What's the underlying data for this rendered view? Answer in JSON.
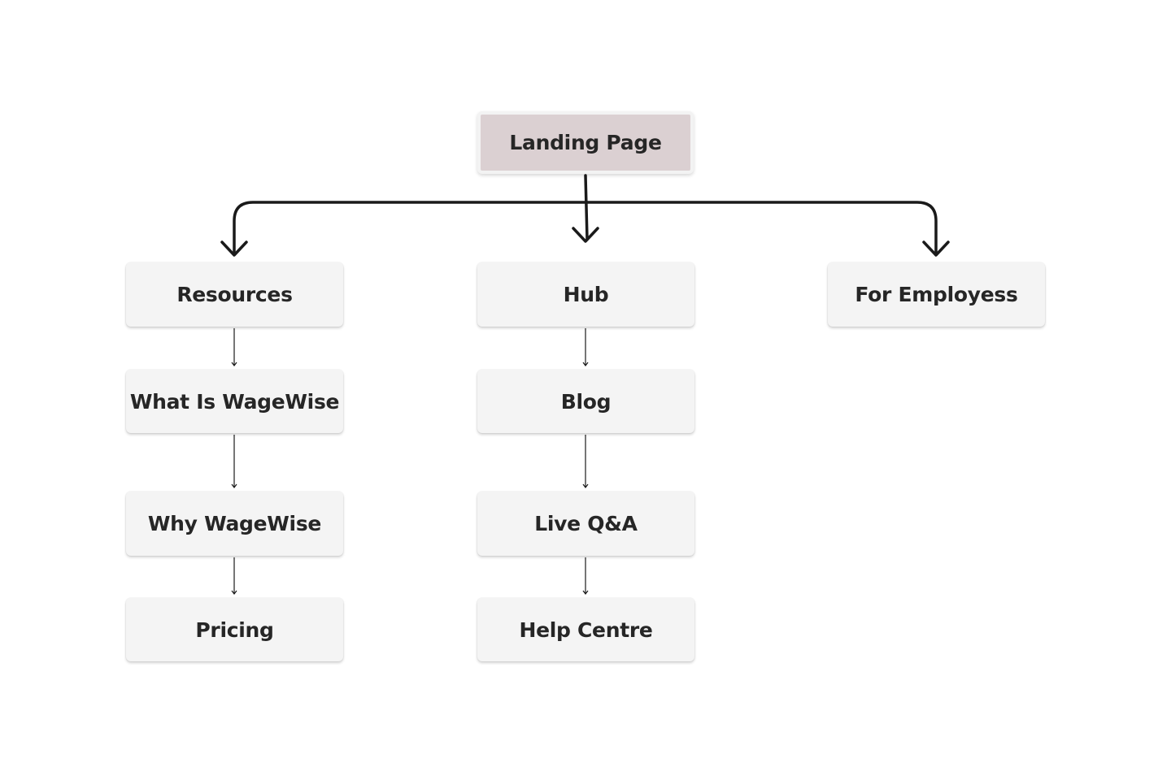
{
  "diagram": {
    "root": {
      "label": "Landing Page"
    },
    "branches": [
      {
        "label": "Resources",
        "children": [
          "What Is WageWise",
          "Why WageWise",
          "Pricing"
        ]
      },
      {
        "label": "Hub",
        "children": [
          "Blog",
          "Live Q&A",
          "Help Centre"
        ]
      },
      {
        "label": "For Employess",
        "children": []
      }
    ]
  },
  "colors": {
    "root_fill": "#dbd0d2",
    "node_fill": "#f4f4f4",
    "text": "#262626",
    "connector": "#1a1a1a"
  }
}
